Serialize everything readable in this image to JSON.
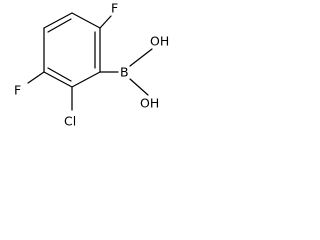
{
  "structure": {
    "atoms": {
      "fluorine_top": "F",
      "fluorine_left": "F",
      "chlorine": "Cl",
      "boron": "B",
      "hydroxyl_top": "OH",
      "hydroxyl_bottom": "OH"
    }
  }
}
